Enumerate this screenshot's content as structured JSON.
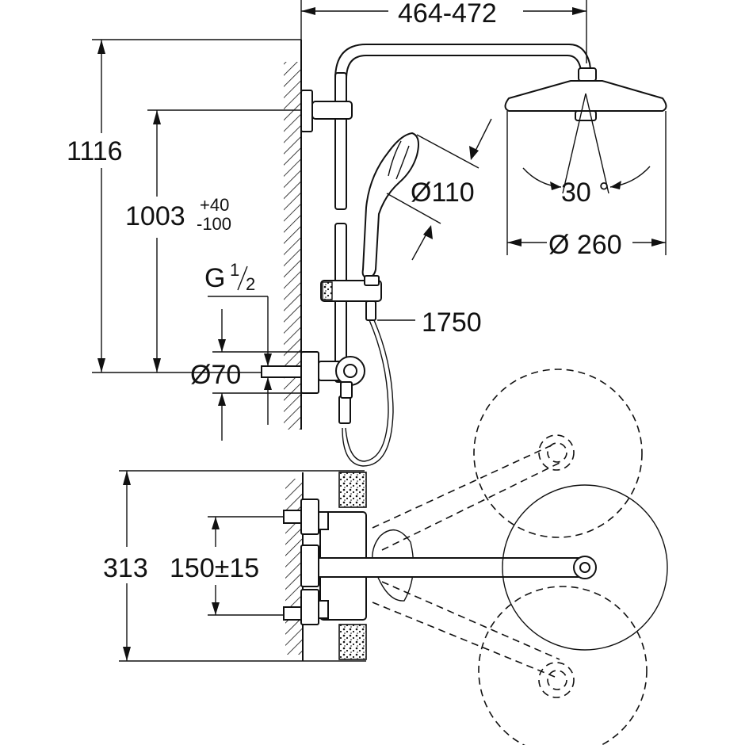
{
  "colors": {
    "line": "#111111",
    "background": "#ffffff",
    "hatch": "#111111"
  },
  "dimensions": {
    "top_width": "464-472",
    "total_height": "1116",
    "bar_height_main": "1003",
    "bar_height_tol_plus": "+40",
    "bar_height_tol_minus": "-100",
    "thread_g": "G",
    "thread_num": "1",
    "thread_den": "2",
    "flange_diameter": "Ø70",
    "handshower_diameter": "Ø110",
    "hose_length": "1750",
    "spray_angle": "30 °",
    "head_diameter": "Ø 260",
    "depth_total": "313",
    "inlet_spacing": "150±15"
  }
}
